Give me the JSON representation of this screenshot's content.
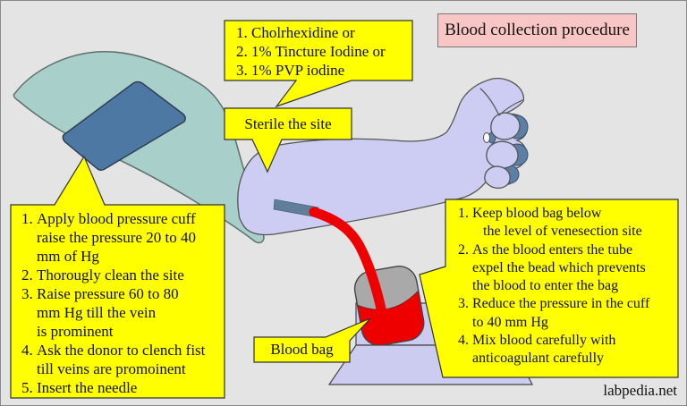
{
  "title": "Blood collection procedure",
  "watermark": "labpedia.net",
  "callouts": {
    "antiseptic": {
      "items": [
        "Cholrhexidine or",
        "1% Tincture Iodine or",
        "1% PVP iodine"
      ]
    },
    "sterile": {
      "label": "Sterile the site"
    },
    "cuff_procedure": {
      "items": [
        "Apply blood pressure cuff\nraise the pressure 20 to 40\nmm of Hg",
        "Thorougly clean the site",
        "Raise pressure 60 to 80\nmm Hg till the vein\nis prominent",
        "Ask the donor to clench fist\ntill veins are promoinent",
        "Insert the needle"
      ]
    },
    "bag_procedure": {
      "items": [
        "Keep blood bag below\n   the level of venesection site",
        "As the blood enters the tube\nexpel the bead which prevents\nthe blood to enter the bag",
        "Reduce the pressure in the cuff\nto 40 mm Hg",
        "Mix blood carefully with\nanticoagulant carefully"
      ]
    },
    "blood_bag": {
      "label": "Blood bag"
    }
  },
  "colors": {
    "background": "#e4e4e4",
    "callout": "#ffff00",
    "title_bg": "#f9c6c6",
    "outline": "#333333",
    "upper_arm": "#a8cfca",
    "cuff": "#4d78a3",
    "skin": "#cdccf2",
    "shadow": "#5c7fa6",
    "needle": "#5f7e99",
    "blood": "#ee0000",
    "bag_top": "#a9a9a9",
    "container": "#ccccf0"
  }
}
